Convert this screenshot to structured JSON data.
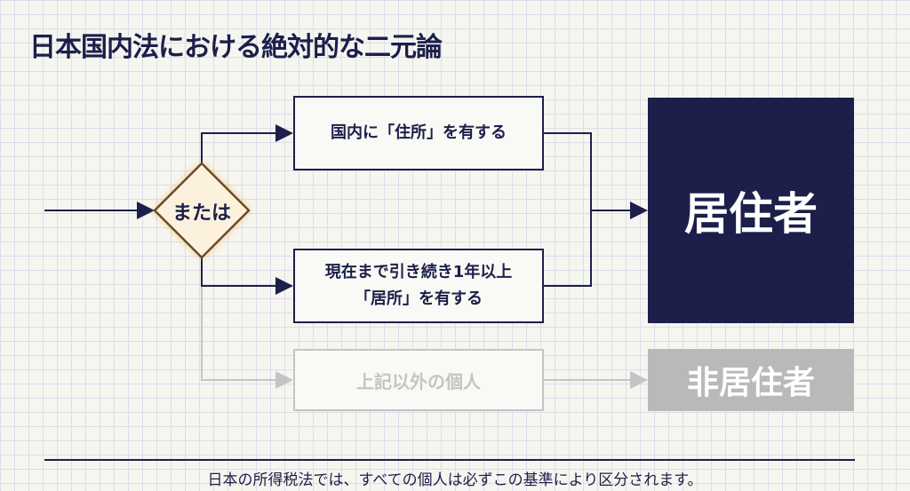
{
  "title": "日本国内法における絶対的な二元論",
  "decision": "または",
  "conditions": [
    "国内に「住所」を有する",
    "現在まで引き続き1年以上\n「居所」を有する"
  ],
  "condition2_lines": [
    "現在まで引き続き1年以上",
    "「居所」を有する"
  ],
  "other": "上記以外の個人",
  "resident": "居住者",
  "nonresident": "非居住者",
  "footer": "日本の所得税法では、すべての個人は必ずこの基準により区分されます。",
  "colors": {
    "navy": "#1c1f4a",
    "grey": "#b9b9b9",
    "accent": "#f5a623"
  }
}
